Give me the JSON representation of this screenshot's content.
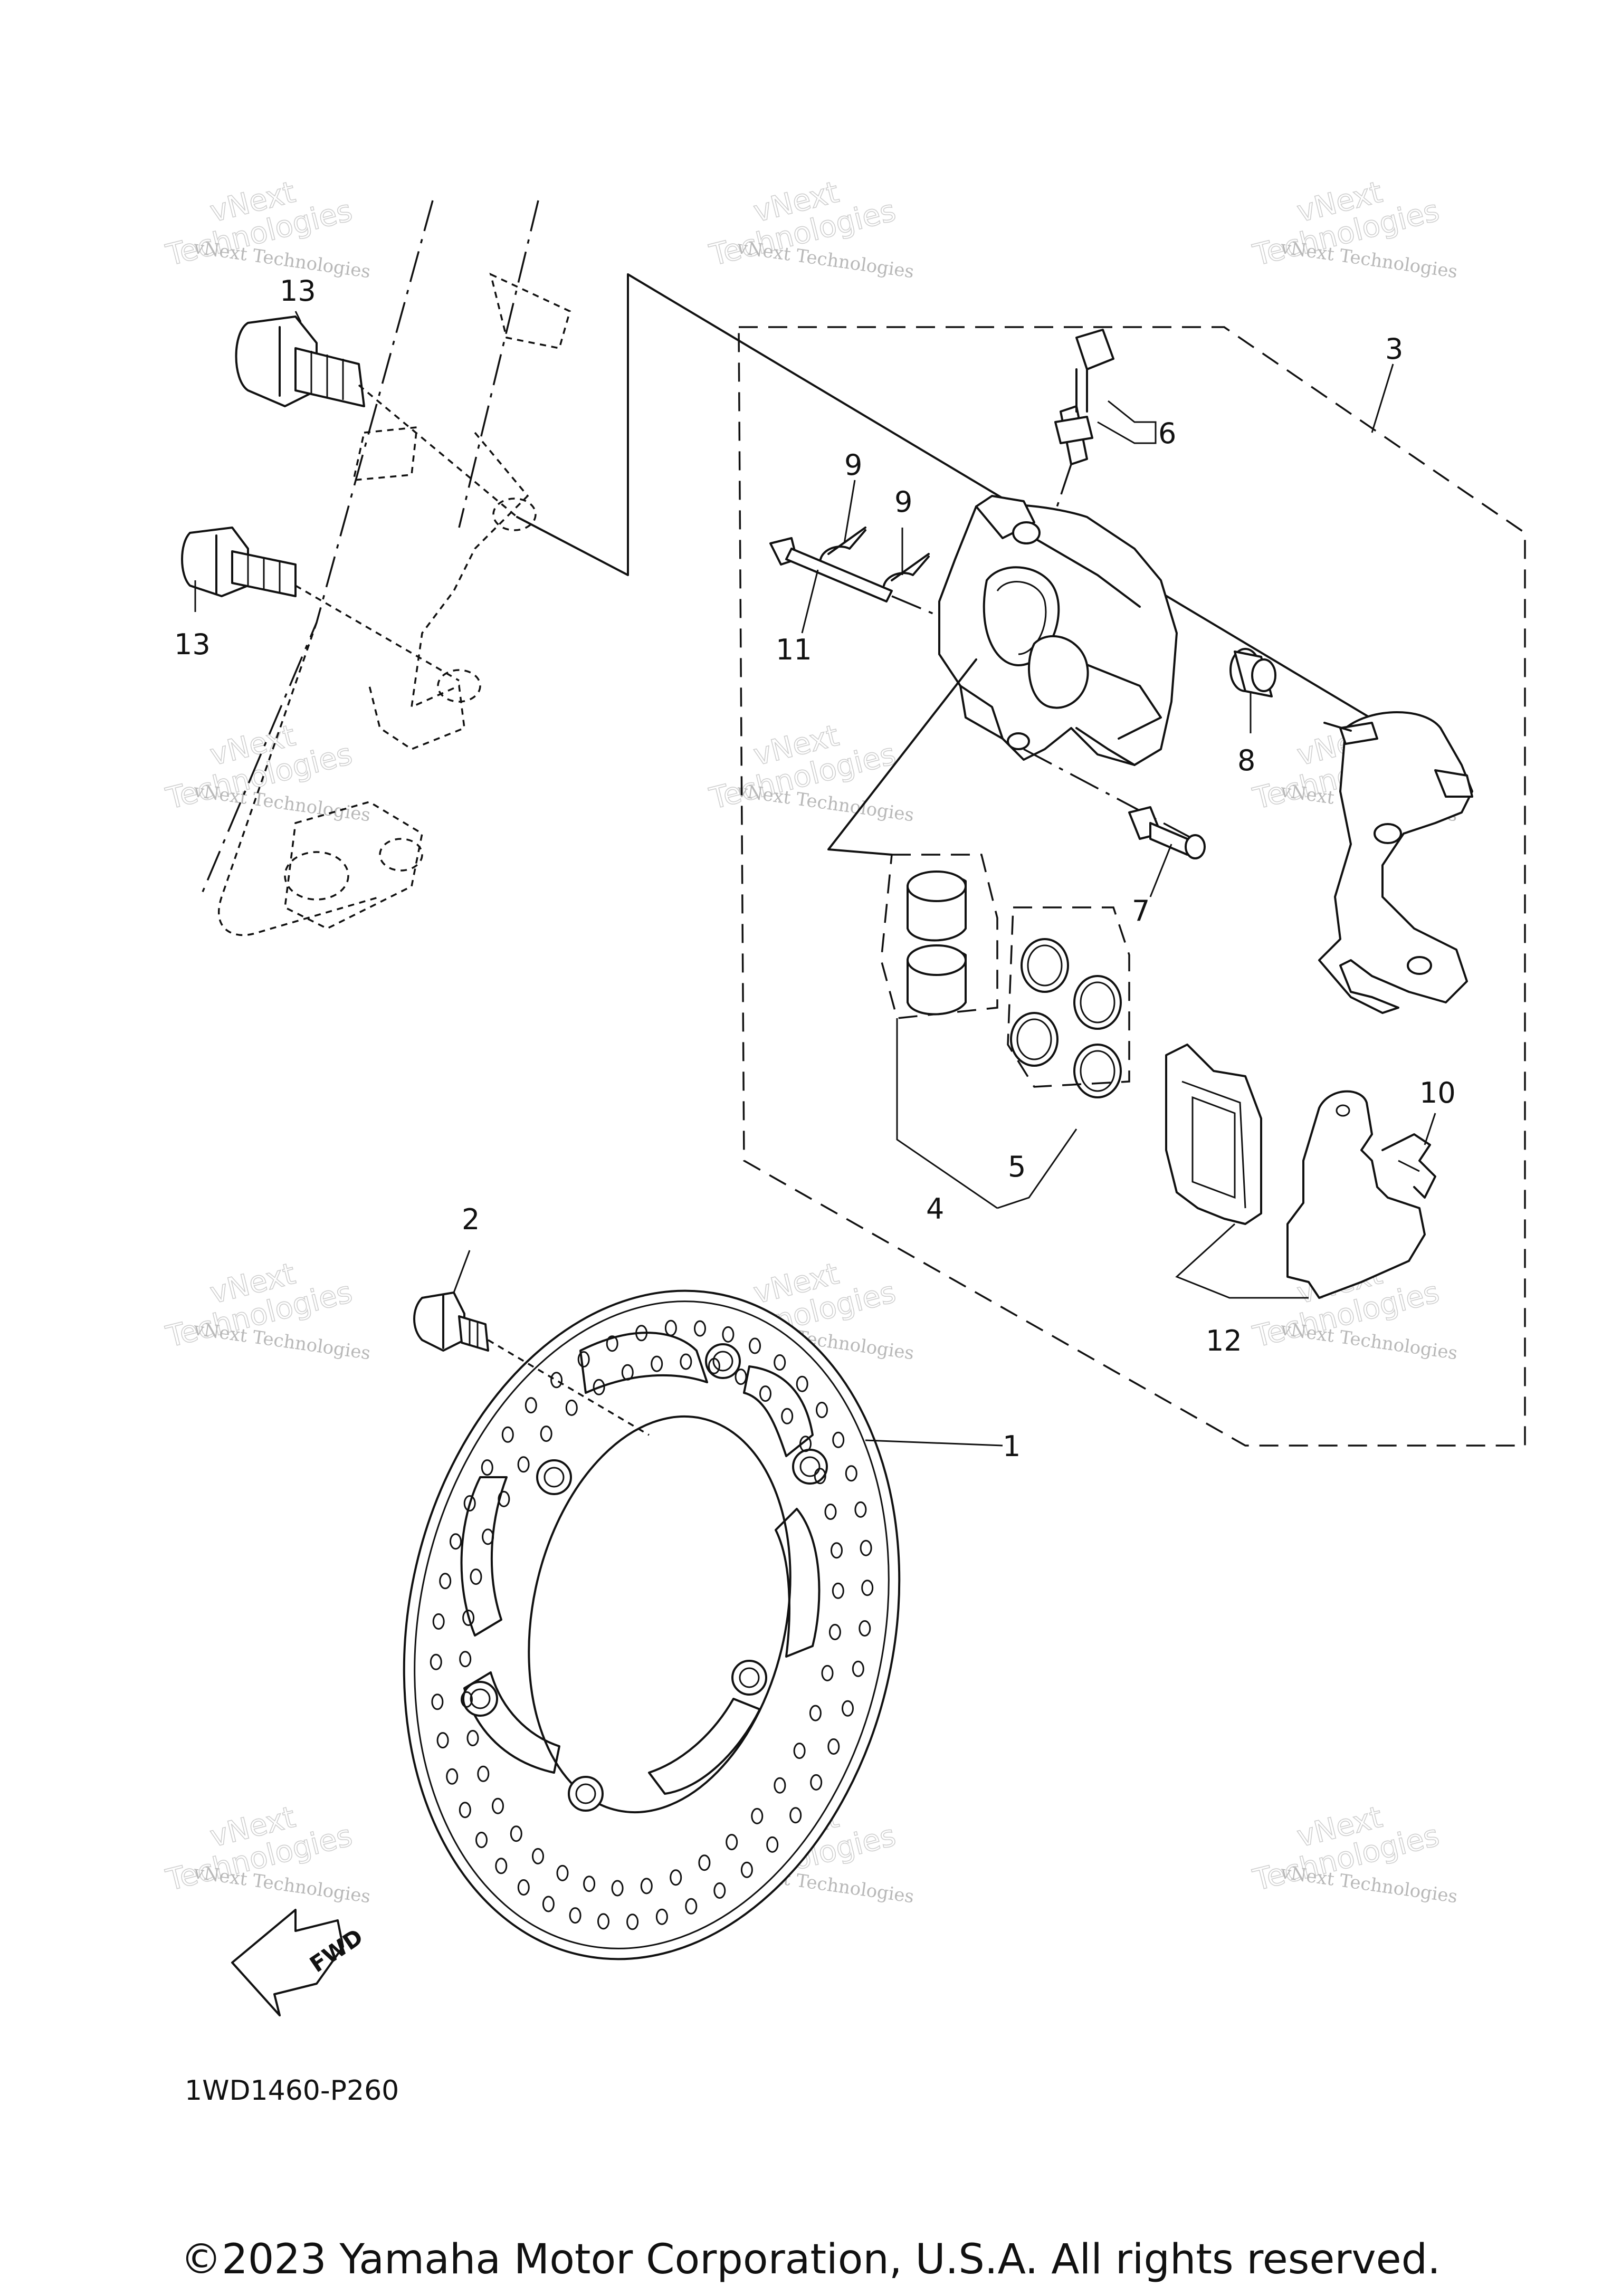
{
  "diagram": {
    "callouts": [
      {
        "id": "part-1",
        "label": "1"
      },
      {
        "id": "part-2",
        "label": "2"
      },
      {
        "id": "part-3",
        "label": "3"
      },
      {
        "id": "part-4",
        "label": "4"
      },
      {
        "id": "part-5",
        "label": "5"
      },
      {
        "id": "part-6",
        "label": "6"
      },
      {
        "id": "part-7",
        "label": "7"
      },
      {
        "id": "part-8",
        "label": "8"
      },
      {
        "id": "part-9a",
        "label": "9"
      },
      {
        "id": "part-9b",
        "label": "9"
      },
      {
        "id": "part-10",
        "label": "10"
      },
      {
        "id": "part-11",
        "label": "11"
      },
      {
        "id": "part-12",
        "label": "12"
      },
      {
        "id": "part-13a",
        "label": "13"
      },
      {
        "id": "part-13b",
        "label": "13"
      }
    ],
    "direction_arrow": "FWD",
    "drawing_code": "1WD1460-P260"
  },
  "watermark": {
    "line1": "vNext Technologies",
    "line2": "Technologies",
    "line3": "vNext"
  },
  "footer": {
    "copyright": "©2023 Yamaha Motor Corporation, U.S.A. All rights reserved."
  }
}
